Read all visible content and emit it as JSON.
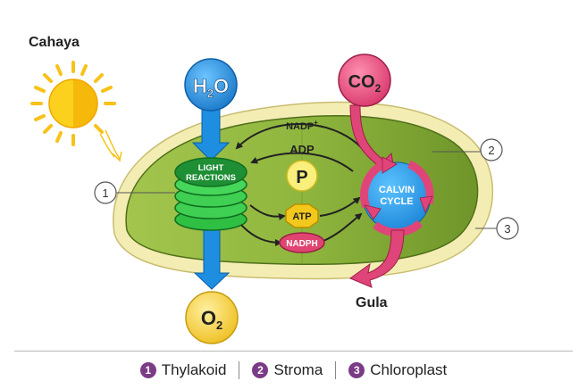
{
  "labels": {
    "light": "Cahaya",
    "water": "H",
    "water_sub": "2",
    "water_tail": "O",
    "co2": "CO",
    "co2_sub": "2",
    "o2": "O",
    "o2_sub": "2",
    "sugar": "Gula",
    "nadp_plus": "NADP",
    "nadp_plus_sup": "+",
    "adp": "ADP",
    "phosphate": "P",
    "atp": "ATP",
    "nadph": "NADPH",
    "light_reactions_1": "LIGHT",
    "light_reactions_2": "REACTIONS",
    "calvin_1": "CALVIN",
    "calvin_2": "CYCLE",
    "callout_1": "1",
    "callout_2": "2",
    "callout_3": "3"
  },
  "legend": [
    {
      "num": "1",
      "label": "Thylakoid"
    },
    {
      "num": "2",
      "label": "Stroma"
    },
    {
      "num": "3",
      "label": "Chloroplast"
    }
  ],
  "colors": {
    "outer_membrane": "#f3ecb0",
    "stroma_left": "#9fc24a",
    "stroma_right": "#7a9e2e",
    "thylakoid": "#3fcf52",
    "water_blue": "#1e8ee0",
    "co2_pink": "#e0457a",
    "o2_yellow": "#f2cf3c",
    "sun": "#f7c21a",
    "legend_badge": "#7b3b86"
  }
}
